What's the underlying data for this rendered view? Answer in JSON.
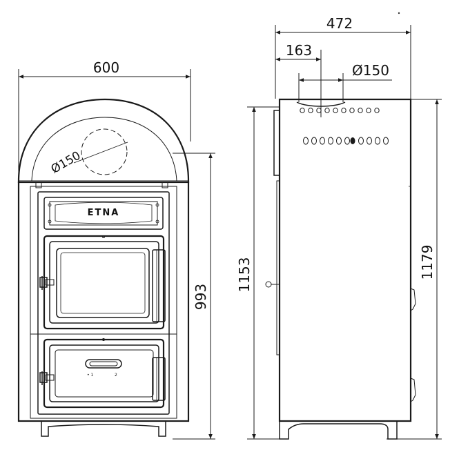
{
  "front_view": {
    "width_label": "600",
    "height_label": "993",
    "flue_label": "Ø150",
    "brand_label": "ETNA",
    "ash_door_marks": [
      "• 1",
      "2"
    ]
  },
  "side_view": {
    "depth_label": "472",
    "flue_offset_label": "163",
    "flue_diameter_label": "Ø150",
    "height_left_label": "1153",
    "height_right_label": "1179"
  }
}
